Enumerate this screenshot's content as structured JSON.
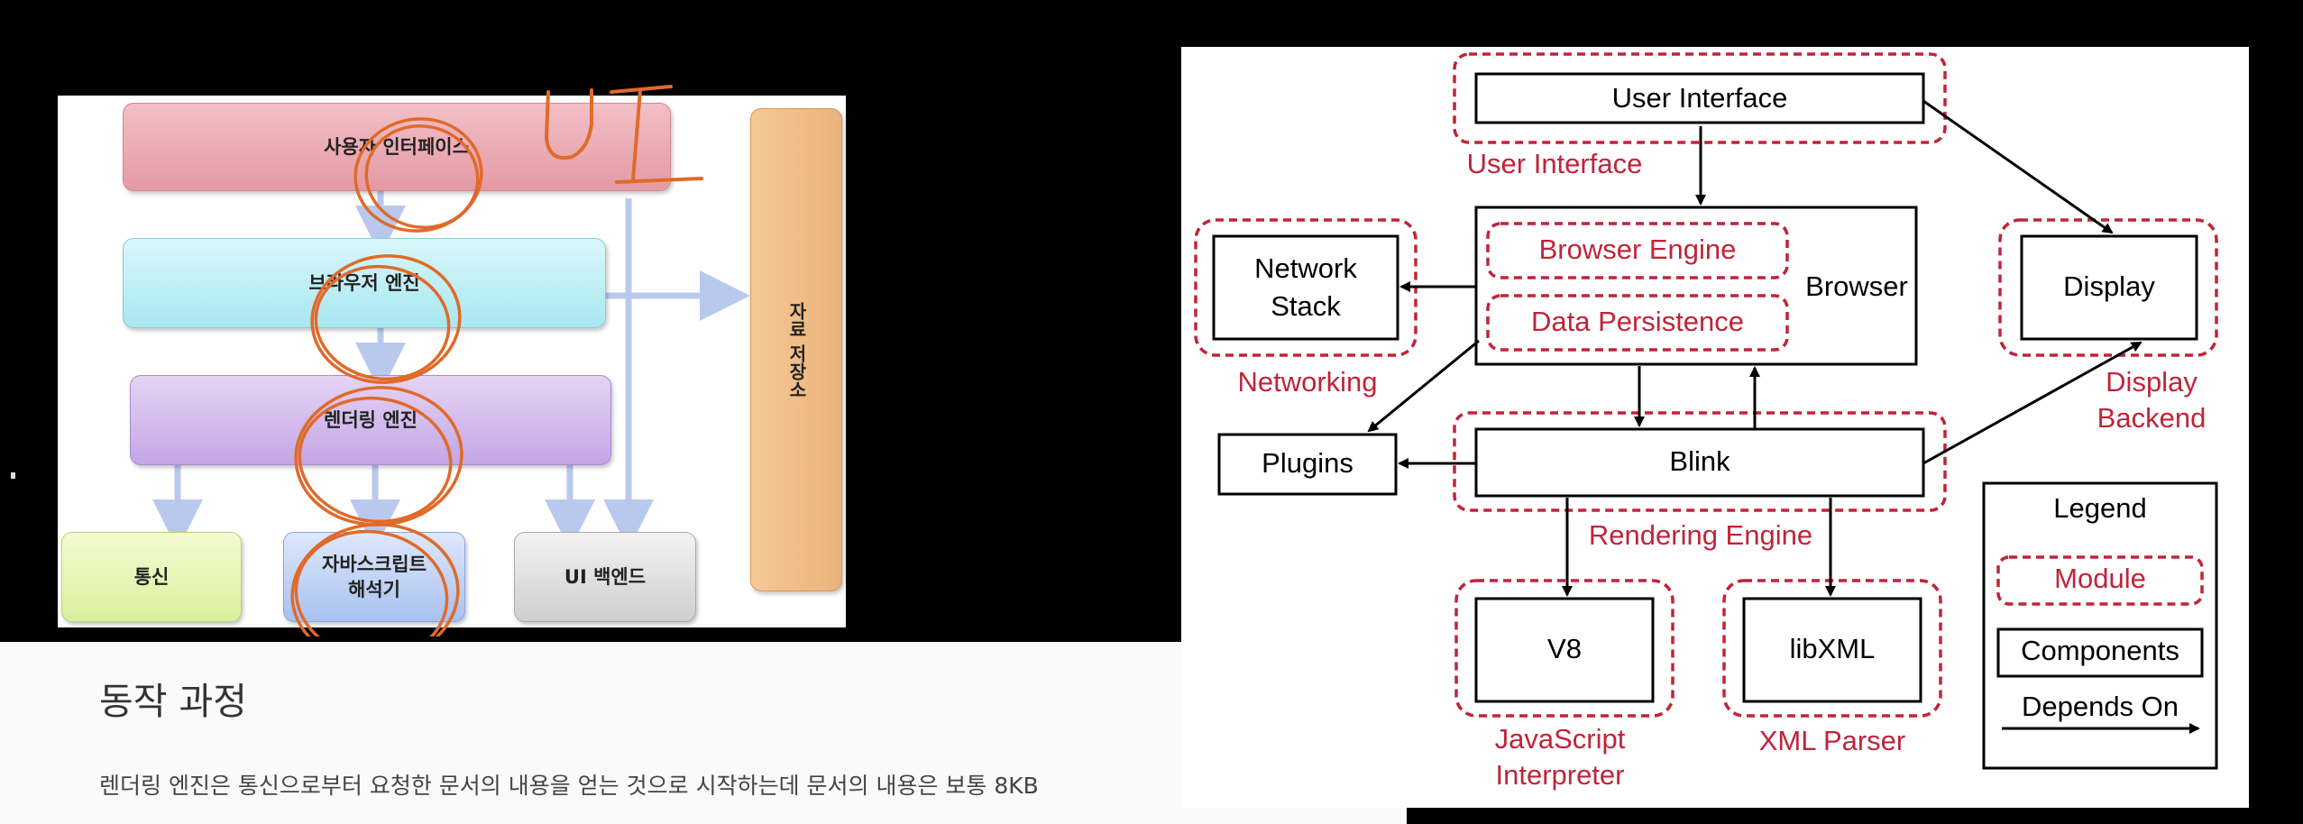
{
  "left_diagram": {
    "user_interface": "사용자 인터페이스",
    "browser_engine": "브라우저 엔진",
    "rendering_engine": "렌더링 엔진",
    "networking": "통신",
    "js_interpreter_line1": "자바스크립트",
    "js_interpreter_line2": "해석기",
    "ui_backend": "UI 백엔드",
    "data_storage": "자료 저장소",
    "annotation": "UI"
  },
  "article": {
    "section_title": "동작 과정",
    "body": "렌더링 엔진은 통신으로부터 요청한 문서의 내용을 얻는 것으로 시작하는데 문서의 내용은 보통 8KB"
  },
  "right_diagram": {
    "components": {
      "user_interface": "User Interface",
      "browser": "Browser",
      "network_stack_line1": "Network",
      "network_stack_line2": "Stack",
      "display": "Display",
      "plugins": "Plugins",
      "blink": "Blink",
      "v8": "V8",
      "libxml": "libXML"
    },
    "modules": {
      "user_interface": "User Interface",
      "browser_engine": "Browser Engine",
      "data_persistence": "Data Persistence",
      "networking": "Networking",
      "display_backend_line1": "Display",
      "display_backend_line2": "Backend",
      "rendering_engine": "Rendering Engine",
      "js_interpreter_line1": "JavaScript",
      "js_interpreter_line2": "Interpreter",
      "xml_parser": "XML Parser"
    },
    "legend": {
      "title": "Legend",
      "module": "Module",
      "components": "Components",
      "depends_on": "Depends On"
    },
    "colors": {
      "module": "#c0243a",
      "component": "#000000"
    }
  }
}
